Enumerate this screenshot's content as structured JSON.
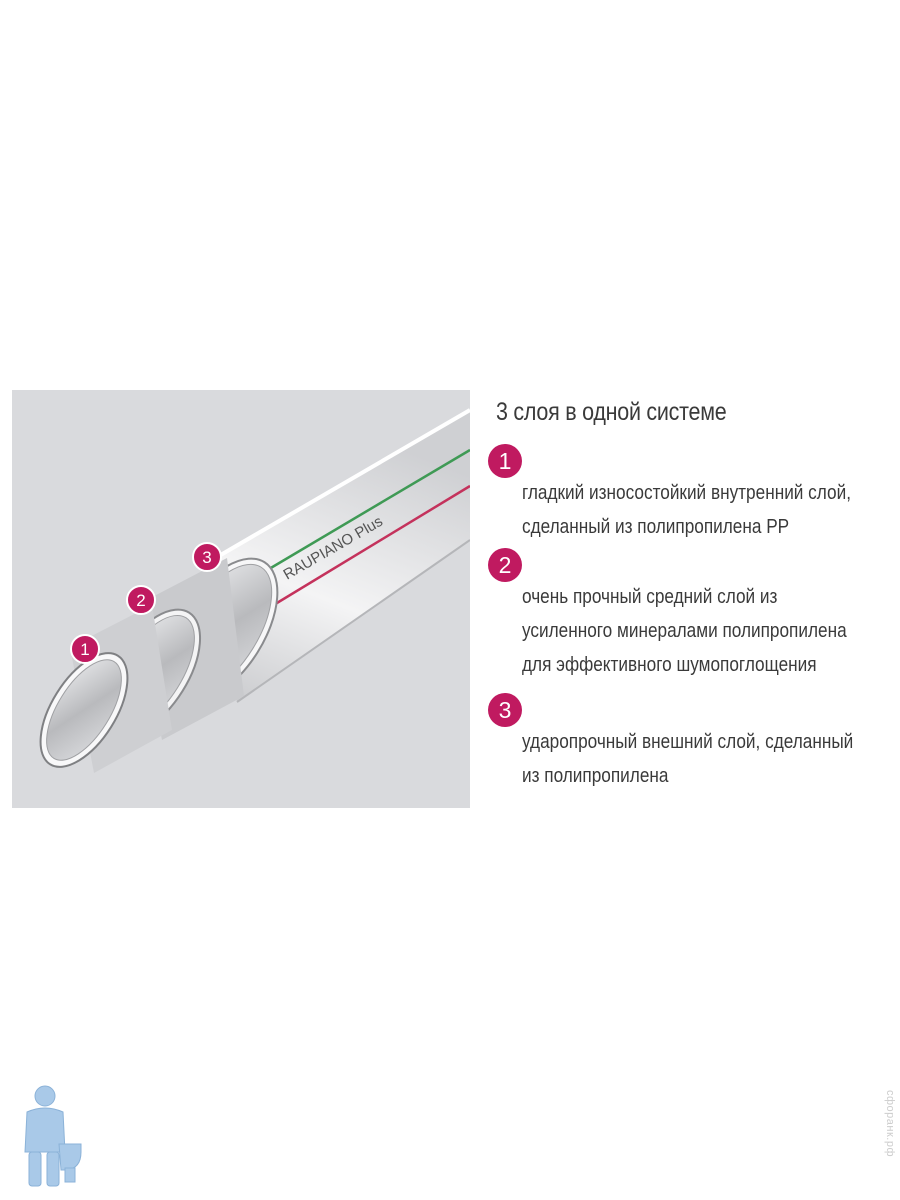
{
  "pipe": {
    "print_text": "RAUPIANO Plus",
    "markers": [
      "1",
      "2",
      "3"
    ],
    "colors": {
      "accent": "#c01a60",
      "stripe_green": "#3f9a55",
      "stripe_red": "#c4325c",
      "panel_bg": "#d9dadd"
    }
  },
  "info": {
    "heading": "3 слоя в одной системе",
    "layers": [
      {
        "number": "1",
        "lines": [
          "гладкий износостойкий внутренний слой,",
          "сделанный из полипропилена PP"
        ]
      },
      {
        "number": "2",
        "lines": [
          "очень прочный средний слой из",
          "усиленного минералами полипропилена",
          "для эффективного шумопоглощения"
        ]
      },
      {
        "number": "3",
        "lines": [
          "ударопрочный внешний слой, сделанный",
          "из полипропилена"
        ]
      }
    ]
  },
  "watermark": {
    "text": "сфоранк.рф"
  }
}
